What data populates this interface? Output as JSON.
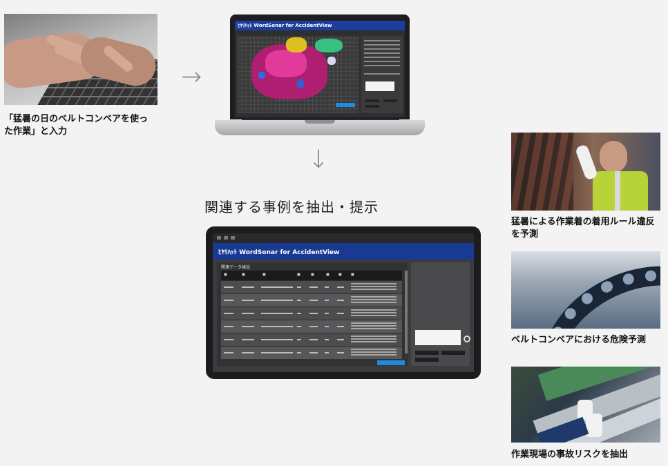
{
  "flow": {
    "input_caption_line1": "「猛暑の日のベルトコンベアを使っ",
    "input_caption_line2": "た作業」と入力",
    "arrow_right": "→",
    "arrow_down": "↓",
    "headline": "関連する事例を抽出・提示"
  },
  "laptop_app": {
    "header_title": "ﾋﾔﾘﾊｯﾄ WordSonar for AccidentView"
  },
  "tablet_app": {
    "header_title": "ﾋﾔﾘﾊｯﾄ WordSonar for AccidentView",
    "section_label": "関連データ検出",
    "row_count": 6
  },
  "examples": [
    {
      "caption_line1": "猛暑による作業着の着用ルール違反",
      "caption_line2": "を予測"
    },
    {
      "caption_line1": "ベルトコンベアにおける危険予測",
      "caption_line2": ""
    },
    {
      "caption_line1": "作業現場の事故リスクを抽出",
      "caption_line2": ""
    }
  ],
  "colors": {
    "app_header": "#1b3e9c",
    "accent_button": "#1f8be0",
    "background": "#f3f3f3"
  }
}
